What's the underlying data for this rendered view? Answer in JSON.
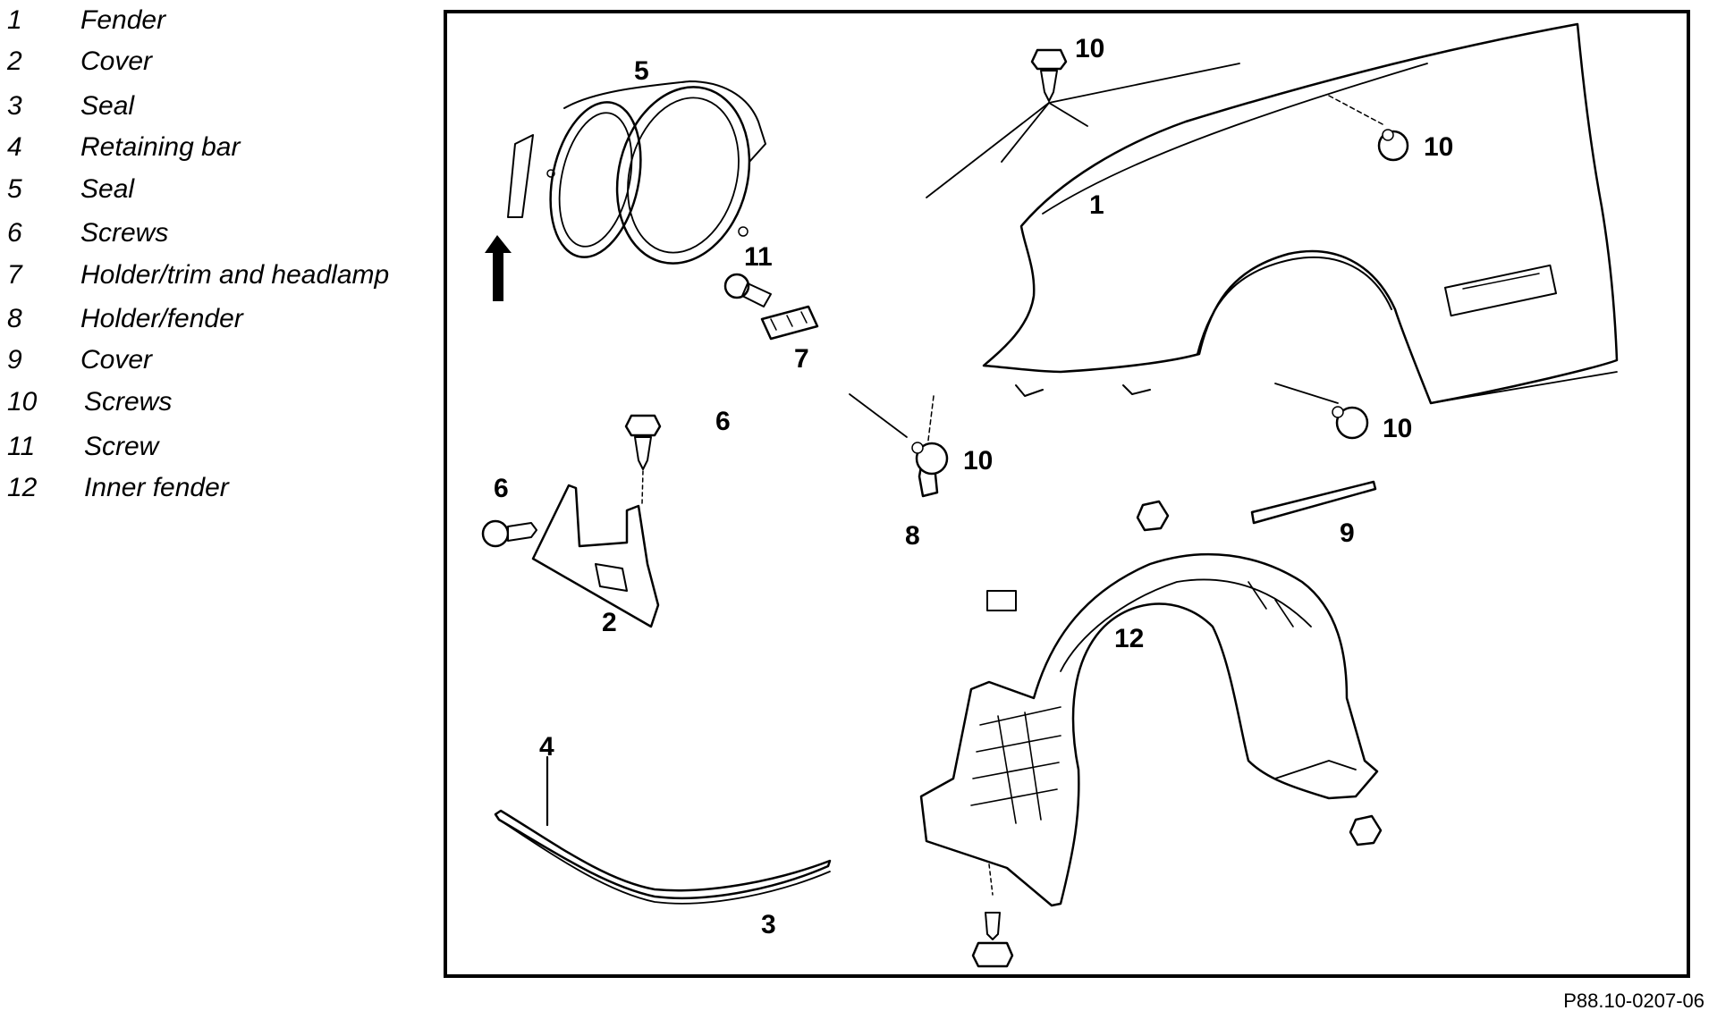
{
  "legend": [
    {
      "num": "1",
      "label": "Fender"
    },
    {
      "num": "2",
      "label": "Cover"
    },
    {
      "num": "3",
      "label": "Seal"
    },
    {
      "num": "4",
      "label": "Retaining bar"
    },
    {
      "num": "5",
      "label": "Seal"
    },
    {
      "num": "6",
      "label": "Screws"
    },
    {
      "num": "7",
      "label": "Holder/trim and headlamp"
    },
    {
      "num": "8",
      "label": "Holder/fender"
    },
    {
      "num": "9",
      "label": "Cover"
    },
    {
      "num": "10",
      "label": "Screws"
    },
    {
      "num": "11",
      "label": "Screw"
    },
    {
      "num": "12",
      "label": "Inner fender"
    }
  ],
  "callouts": {
    "c1": "1",
    "c2": "2",
    "c3": "3",
    "c4": "4",
    "c5": "5",
    "c6a": "6",
    "c6b": "6",
    "c7": "7",
    "c8": "8",
    "c9": "9",
    "c10a": "10",
    "c10b": "10",
    "c10c": "10",
    "c10d": "10",
    "c11": "11",
    "c12": "12"
  },
  "figure_code": "P88.10-0207-06"
}
